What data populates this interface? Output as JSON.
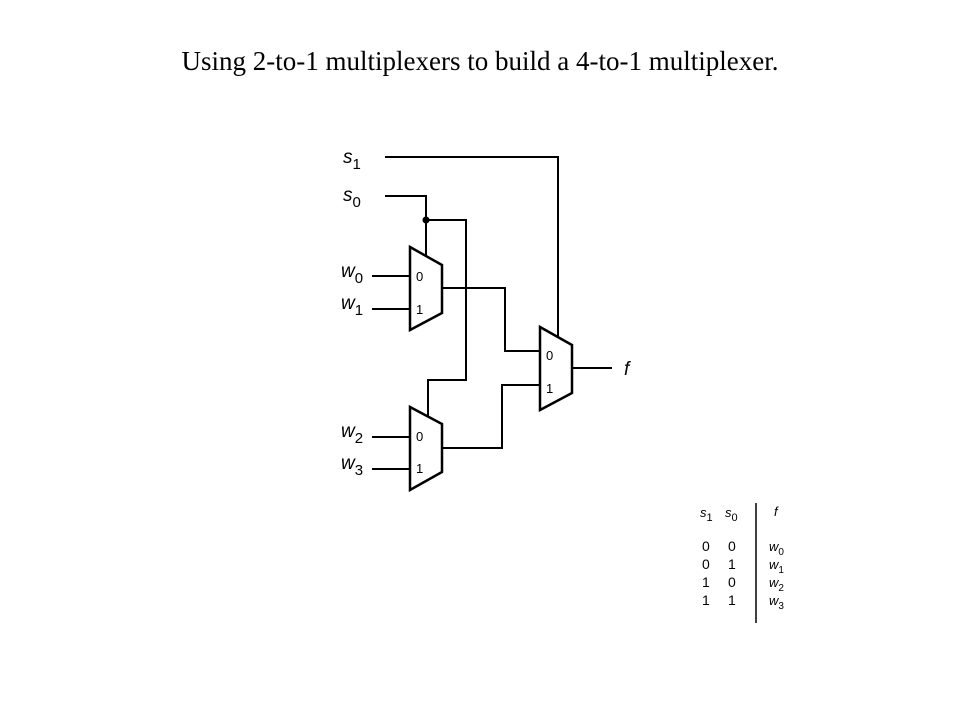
{
  "title": "Using 2-to-1 multiplexers to build a 4-to-1 multiplexer.",
  "circuit": {
    "select_inputs": [
      {
        "name": "s",
        "sub": "1"
      },
      {
        "name": "s",
        "sub": "0"
      }
    ],
    "data_inputs": [
      {
        "name": "w",
        "sub": "0"
      },
      {
        "name": "w",
        "sub": "1"
      },
      {
        "name": "w",
        "sub": "2"
      },
      {
        "name": "w",
        "sub": "3"
      }
    ],
    "output": "f",
    "mux_labels": {
      "zero": "0",
      "one": "1"
    }
  },
  "truth_table": {
    "headers": [
      {
        "name": "s",
        "sub": "1"
      },
      {
        "name": "s",
        "sub": "0"
      },
      {
        "name": "f",
        "sub": ""
      }
    ],
    "rows": [
      {
        "s1": "0",
        "s0": "0",
        "f": {
          "name": "w",
          "sub": "0"
        }
      },
      {
        "s1": "0",
        "s0": "1",
        "f": {
          "name": "w",
          "sub": "1"
        }
      },
      {
        "s1": "1",
        "s0": "0",
        "f": {
          "name": "w",
          "sub": "2"
        }
      },
      {
        "s1": "1",
        "s0": "1",
        "f": {
          "name": "w",
          "sub": "3"
        }
      }
    ]
  }
}
